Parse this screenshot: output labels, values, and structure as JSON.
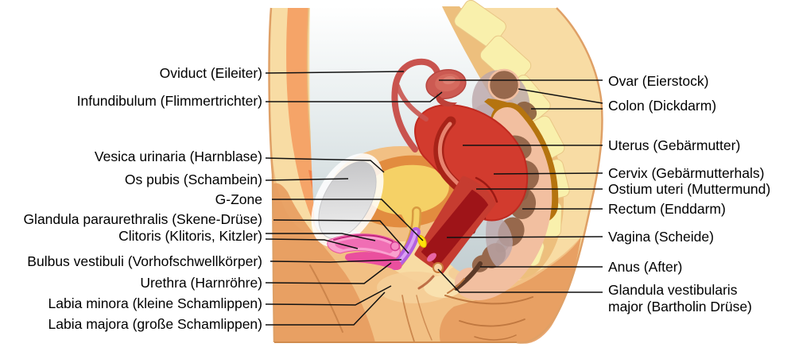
{
  "labels": {
    "left": [
      {
        "id": "oviduct",
        "text": "Oviduct (Eileiter)"
      },
      {
        "id": "infundibulum",
        "text": "Infundibulum (Flimmertrichter)"
      },
      {
        "id": "vesica-urinaria",
        "text": "Vesica urinaria (Harnblase)"
      },
      {
        "id": "os-pubis",
        "text": "Os pubis (Schambein)"
      },
      {
        "id": "g-zone",
        "text": "G-Zone"
      },
      {
        "id": "glandula-paraurethralis",
        "text": "Glandula paraurethralis (Skene-Drüse)"
      },
      {
        "id": "clitoris",
        "text": "Clitoris (Klitoris, Kitzler)"
      },
      {
        "id": "bulbus-vestibuli",
        "text": "Bulbus vestibuli (Vorhofschwellkörper)"
      },
      {
        "id": "urethra",
        "text": "Urethra (Harnröhre)"
      },
      {
        "id": "labia-minora",
        "text": "Labia minora (kleine Schamlippen)"
      },
      {
        "id": "labia-majora",
        "text": "Labia majora (große Schamlippen)"
      }
    ],
    "right": [
      {
        "id": "ovar",
        "text": "Ovar (Eierstock)"
      },
      {
        "id": "colon",
        "text": "Colon (Dickdarm)"
      },
      {
        "id": "uterus",
        "text": "Uterus (Gebärmutter)"
      },
      {
        "id": "cervix",
        "text": "Cervix (Gebärmutterhals)"
      },
      {
        "id": "ostium-uteri",
        "text": "Ostium uteri (Muttermund)"
      },
      {
        "id": "rectum",
        "text": "Rectum (Enddarm)"
      },
      {
        "id": "vagina",
        "text": "Vagina (Scheide)"
      },
      {
        "id": "anus",
        "text": "Anus (After)"
      },
      {
        "id": "glandula-vestibularis",
        "text": "Glandula vestibularis major (Bartholin Drüse)"
      }
    ]
  },
  "palette": {
    "skinLight": "#F8DCA4",
    "skinMid": "#F2C084",
    "skinDark": "#E79C5F",
    "skinEdge": "#DFA066",
    "wallOrange": "#F5A468",
    "bonePale": "#F9F0AC",
    "boneTan": "#EDBF7D",
    "cavityGray": "#C9D4D7",
    "mauve": "#BCA6AA",
    "bladderYellow": "#F5D166",
    "bladderRing": "#E28C3F",
    "pubicGray": "#D6D6D6",
    "uterusRed": "#D23B2E",
    "vaginaWall": "#C63C30",
    "vaginaDark": "#9E1418",
    "tubeSalmon": "#C9534E",
    "ovaryRed": "#CC5A52",
    "colonAmber": "#B5740F",
    "rectumSalmon": "#F2BFA0",
    "rectumBrown": "#97684C",
    "pinkLight": "#F9A1CF",
    "pinkMid": "#F06EB4",
    "pinkDeep": "#EA4F9E",
    "urethraPurple": "#B45FE0",
    "gzoneYellow": "#FFE20A",
    "crease": "#C07840",
    "leaderLine": "#111111",
    "labelText": "#000000"
  }
}
